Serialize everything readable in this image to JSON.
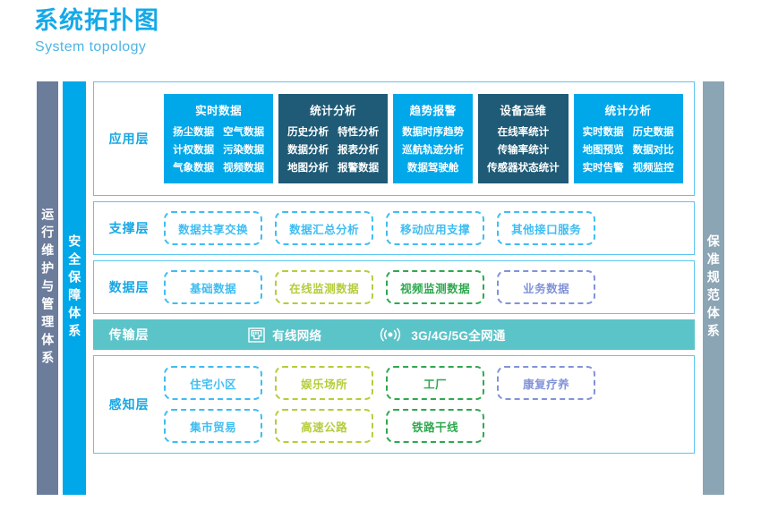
{
  "header": {
    "title": "系统拓扑图",
    "subtitle": "System topology"
  },
  "side_bars": {
    "left_outer": "运行维护与管理体系",
    "left_inner": "安全保障体系",
    "right": "保准规范体系"
  },
  "colors": {
    "title_blue": "#15A9E8",
    "subtitle_blue": "#4FB4E4",
    "accent_blue": "#00A8EA",
    "card_dark": "#1F5B76",
    "border_blue": "#5BC5F0",
    "pill_blue": "#3FBDF1",
    "pill_lime": "#B6CC3C",
    "pill_green": "#2FA84F",
    "pill_purple": "#8193D8",
    "transmission_teal": "#5BC4C9",
    "bar_gray": "#6C7C9B",
    "bar_slate": "#8CA5B4"
  },
  "layers": {
    "application": {
      "label": "应用层",
      "cards": [
        {
          "title": "实时数据",
          "tone": "light",
          "rows": [
            [
              "扬尘数据",
              "空气数据"
            ],
            [
              "计权数据",
              "污染数据"
            ],
            [
              "气象数据",
              "视频数据"
            ]
          ]
        },
        {
          "title": "统计分析",
          "tone": "dark",
          "rows": [
            [
              "历史分析",
              "特性分析"
            ],
            [
              "数据分析",
              "报表分析"
            ],
            [
              "地图分析",
              "报警数据"
            ]
          ]
        },
        {
          "title": "趋势报警",
          "tone": "light",
          "rows": [
            [
              "数据时序趋势"
            ],
            [
              "巡航轨迹分析"
            ],
            [
              "数据驾驶舱"
            ]
          ]
        },
        {
          "title": "设备运维",
          "tone": "dark",
          "rows": [
            [
              "在线率统计"
            ],
            [
              "传输率统计"
            ],
            [
              "传感器状态统计"
            ]
          ]
        },
        {
          "title": "统计分析",
          "tone": "light",
          "rows": [
            [
              "实时数据",
              "历史数据"
            ],
            [
              "地图预览",
              "数据对比"
            ],
            [
              "实时告警",
              "视频监控"
            ]
          ]
        }
      ]
    },
    "support": {
      "label": "支撑层",
      "items": [
        {
          "label": "数据共享交换",
          "color": "blue"
        },
        {
          "label": "数据汇总分析",
          "color": "blue"
        },
        {
          "label": "移动应用支撑",
          "color": "blue"
        },
        {
          "label": "其他接口服务",
          "color": "blue"
        }
      ]
    },
    "data": {
      "label": "数据层",
      "items": [
        {
          "label": "基础数据",
          "color": "blue"
        },
        {
          "label": "在线监测数据",
          "color": "lime"
        },
        {
          "label": "视频监测数据",
          "color": "green"
        },
        {
          "label": "业务数据",
          "color": "purple"
        }
      ]
    },
    "transmission": {
      "label": "传输层",
      "items": [
        {
          "label": "有线网络",
          "icon": "ethernet-port-icon"
        },
        {
          "label": "3G/4G/5G全网通",
          "icon": "wireless-signal-icon"
        }
      ]
    },
    "perception": {
      "label": "感知层",
      "rows": [
        [
          {
            "label": "住宅小区",
            "color": "blue"
          },
          {
            "label": "娱乐场所",
            "color": "lime"
          },
          {
            "label": "工厂",
            "color": "green"
          },
          {
            "label": "康复疗养",
            "color": "purple"
          }
        ],
        [
          {
            "label": "集市贸易",
            "color": "blue"
          },
          {
            "label": "高速公路",
            "color": "lime"
          },
          {
            "label": "铁路干线",
            "color": "green"
          }
        ]
      ]
    }
  }
}
